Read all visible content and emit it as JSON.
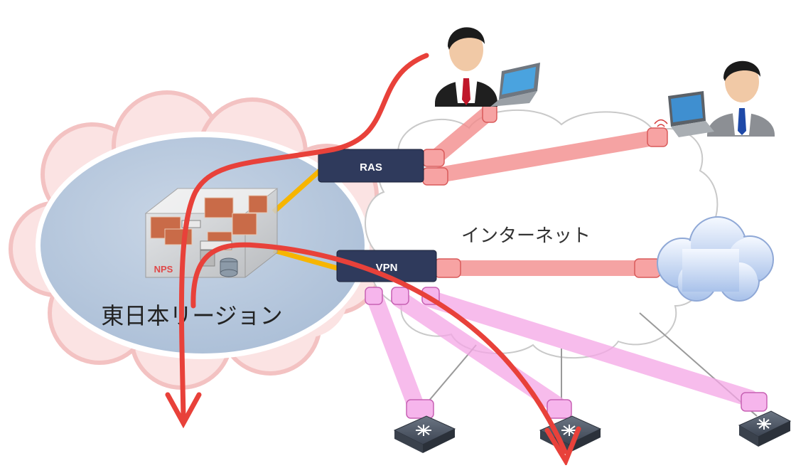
{
  "diagram": {
    "region_label": "東日本リージョン",
    "internet_label": "インターネット",
    "nps_label": "NPS",
    "ras_label": "RAS",
    "vpn_label": "VPN"
  },
  "colors": {
    "box_fill": "#2f3a5c",
    "tunnel_red": "#f28c8c",
    "tunnel_pink": "#f4a6e6",
    "flow_arrow": "#e8413a",
    "link_yellow": "#f7b500",
    "region_cloud": "#f6c7c7",
    "region_ellipse": "#b7c8dc"
  },
  "icons": [
    "user-with-laptop-icon",
    "user-with-laptop-icon",
    "cloud-icon",
    "router-icon",
    "firewall-icon"
  ]
}
